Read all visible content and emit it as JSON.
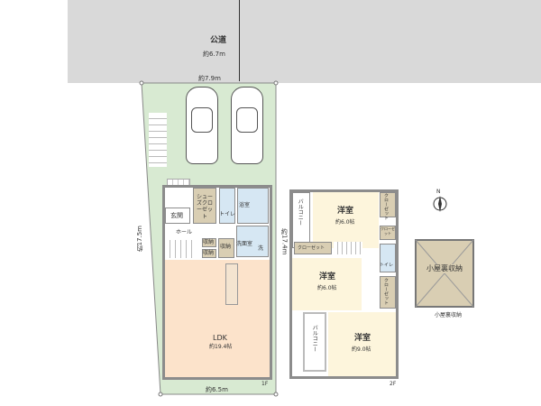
{
  "road": {
    "label": "公道",
    "width": "約6.7m"
  },
  "lot": {
    "frontage": "約7.9m",
    "depth": "約17.5m",
    "rear": "約6.5m"
  },
  "floor1": {
    "label": "1F",
    "rooms": {
      "entrance": "玄関",
      "shoe_closet": "シューズクローゼット",
      "toilet": "トイレ",
      "bath": "浴室",
      "hall": "ホール",
      "washroom": "洗面室",
      "washer": "洗",
      "storage1": "収納",
      "storage2": "収納",
      "storage3": "収納",
      "ldk": "LDK",
      "ldk_size": "約19.4帖"
    }
  },
  "floor2": {
    "label": "2F",
    "depth": "約17.4m",
    "rooms": {
      "room1": "洋室",
      "room1_size": "約6.0帖",
      "room2": "洋室",
      "room2_size": "約6.0帖",
      "room3": "洋室",
      "room3_size": "約9.0帖",
      "balcony1": "バルコニー",
      "balcony2": "バルコニー",
      "closet_hall": "クローゼット",
      "closet1": "クローゼット",
      "closet2": "クローゼット",
      "closet3": "クローゼット",
      "toilet": "トイレ"
    }
  },
  "loft": {
    "label": "小屋裏収納",
    "caption": "小屋裏収納"
  },
  "compass": {
    "label": "N"
  },
  "colors": {
    "road": "#d9d9d9",
    "lot": "#d8ead2",
    "ldk": "#fce3cb",
    "rooms": "#fdf5dc",
    "closet": "#d9ceb3",
    "wet": "#d6e7f3"
  }
}
